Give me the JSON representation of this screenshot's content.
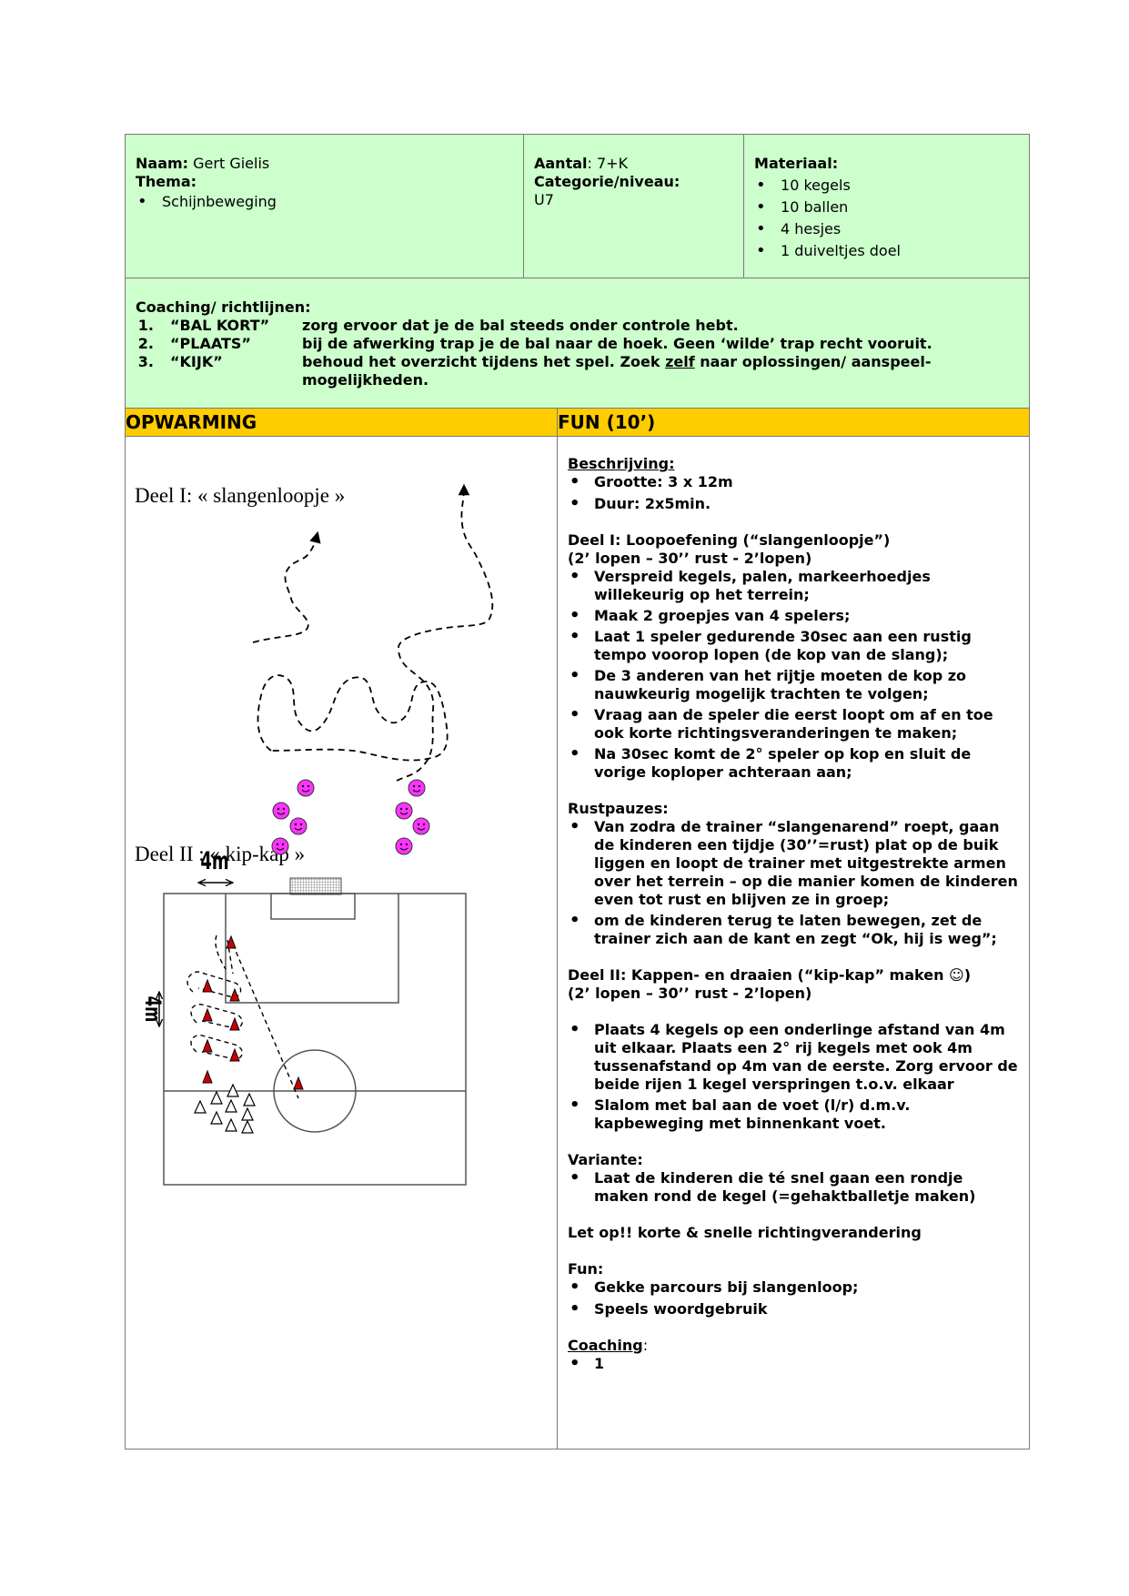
{
  "header": {
    "naam_label": "Naam:",
    "naam_value": " Gert Gielis",
    "thema_label": "Thema:",
    "thema_items": [
      "Schijnbeweging"
    ],
    "aantal_label": "Aantal",
    "aantal_value": ": 7+K",
    "categorie_label": "Categorie/niveau:",
    "categorie_value": "U7",
    "materiaal_label": "Materiaal:",
    "materiaal_items": [
      "10 kegels",
      "10 ballen",
      "4 hesjes",
      "1 duiveltjes doel"
    ]
  },
  "coaching": {
    "title": "Coaching/ richtlijnen:",
    "items": [
      {
        "num": "1.",
        "key": "“BAL KORT”",
        "text": "zorg ervoor dat je de bal steeds onder controle hebt."
      },
      {
        "num": "2.",
        "key": "“PLAATS”",
        "text": "bij de afwerking trap je de bal naar de hoek. Geen ‘wilde’ trap recht vooruit."
      },
      {
        "num": "3.",
        "key": "“KIJK”",
        "text_before": "behoud het overzicht tijdens het spel. Zoek ",
        "text_underlined": "zelf",
        "text_after": " naar oplossingen/ aanspeel-mogelijkheden."
      }
    ]
  },
  "sections": {
    "left_header": "OPWARMING",
    "right_header": "FUN (10’)"
  },
  "diagram": {
    "deel1_label": "Deel I: « slangenloopje »",
    "deel2_label": "Deel II : « kip-kap »",
    "dim_horizontal": "4m",
    "dim_vertical": "4m",
    "player_color": "#ff33ff",
    "cone_color": "#cc0000"
  },
  "description": {
    "beschrijving_title": "Beschrijving:",
    "beschrijving_items": [
      "Grootte: 3 x 12m",
      "Duur: 2x5min."
    ],
    "deel1_title": "Deel I: Loopoefening (“slangenloopje”)",
    "deel1_sub": "(2’ lopen – 30’’ rust - 2’lopen)",
    "deel1_items": [
      "Verspreid kegels, palen, markeerhoedjes willekeurig op het terrein;",
      "Maak 2 groepjes van 4 spelers;",
      "Laat 1 speler gedurende 30sec aan een rustig tempo voorop lopen (de kop van de slang);",
      "De 3 anderen van het rijtje moeten de kop zo nauwkeurig mogelijk trachten te volgen;",
      "Vraag aan de speler die eerst loopt om af en toe ook korte richtingsveranderingen te maken;",
      "Na 30sec komt de 2° speler op kop en sluit de vorige koploper achteraan aan;"
    ],
    "rust_title": "Rustpauzes:",
    "rust_items": [
      "Van zodra de trainer “slangenarend” roept, gaan de kinderen een tijdje (30’’=rust) plat op de buik liggen en loopt de trainer met uitgestrekte armen over het terrein – op die manier komen de kinderen even tot rust en blijven ze in groep;",
      "om de kinderen terug te laten bewegen, zet de trainer zich aan de kant en zegt “Ok, hij is weg”;"
    ],
    "deel2_title": "Deel II: Kappen- en draaien (“kip-kap” maken ☺)",
    "deel2_sub": "(2’ lopen – 30’’ rust - 2’lopen)",
    "deel2_items": [
      "Plaats 4 kegels op een onderlinge afstand van 4m uit elkaar. Plaats een 2° rij kegels met ook 4m tussenafstand op 4m van de eerste. Zorg ervoor de beide rijen 1 kegel verspringen t.o.v. elkaar",
      "Slalom met bal aan de voet (l/r) d.m.v. kapbeweging met binnenkant voet."
    ],
    "variante_title": "Variante:",
    "variante_items": [
      "Laat de kinderen die té snel gaan een rondje maken rond de kegel (=gehaktballetje maken)"
    ],
    "letop": "Let op!! korte & snelle richtingverandering",
    "fun_title": "Fun:",
    "fun_items": [
      "Gekke parcours bij slangenloop;",
      "Speels woordgebruik"
    ],
    "coaching_title": "Coaching",
    "coaching_colon": ":",
    "coaching_items": [
      "1"
    ]
  }
}
